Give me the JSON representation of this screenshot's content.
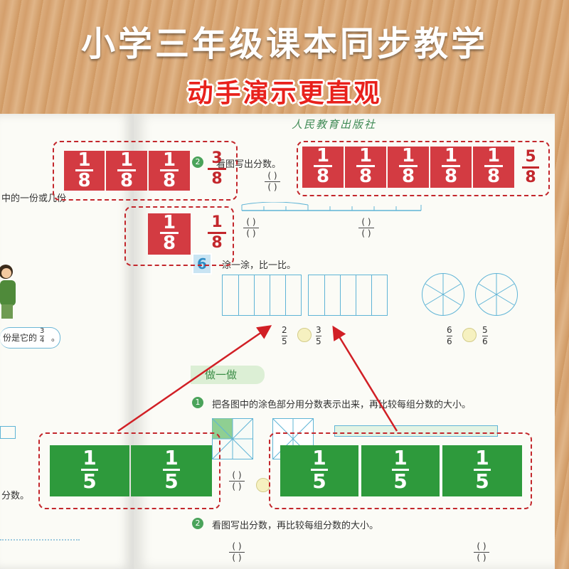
{
  "header": {
    "title": "小学三年级课本同步教学",
    "subtitle": "动手演示更直观"
  },
  "book": {
    "publisher": "人民教育出版社",
    "left_page": {
      "line1": "中的一份或几份",
      "speech": "份是它的",
      "speech_frac": {
        "n": "3",
        "d": "4"
      },
      "line2": "分数。"
    },
    "right_page": {
      "q2_number": "2",
      "q2_text": "看图写出分数。",
      "section6_number": "6",
      "section6_text": "涂一涂，比一比。",
      "compare1": {
        "a_n": "2",
        "a_d": "5",
        "b_n": "3",
        "b_d": "5"
      },
      "compare2": {
        "a_n": "6",
        "a_d": "6",
        "b_n": "5",
        "b_d": "6"
      },
      "exercise_tab": "做一做",
      "ex1_number": "1",
      "ex1_text": "把各图中的涂色部分用分数表示出来，再比较每组分数的大小。",
      "ex2_number": "2",
      "ex2_text": "看图写出分数，再比较每组分数的大小。",
      "paren": "( )"
    }
  },
  "overlays": {
    "eighths_three": {
      "cells": [
        {
          "n": "1",
          "d": "8"
        },
        {
          "n": "1",
          "d": "8"
        },
        {
          "n": "1",
          "d": "8"
        }
      ],
      "total": {
        "n": "3",
        "d": "8"
      }
    },
    "eighths_one": {
      "cells": [
        {
          "n": "1",
          "d": "8"
        }
      ],
      "total": {
        "n": "1",
        "d": "8"
      }
    },
    "eighths_five": {
      "cells": [
        {
          "n": "1",
          "d": "8"
        },
        {
          "n": "1",
          "d": "8"
        },
        {
          "n": "1",
          "d": "8"
        },
        {
          "n": "1",
          "d": "8"
        },
        {
          "n": "1",
          "d": "8"
        }
      ],
      "total": {
        "n": "5",
        "d": "8"
      }
    },
    "fifths_two": {
      "cells": [
        {
          "n": "1",
          "d": "5"
        },
        {
          "n": "1",
          "d": "5"
        }
      ]
    },
    "fifths_three": {
      "cells": [
        {
          "n": "1",
          "d": "5"
        },
        {
          "n": "1",
          "d": "5"
        },
        {
          "n": "1",
          "d": "5"
        }
      ]
    }
  },
  "colors": {
    "red_tile": "#d33b42",
    "green_tile": "#2e9a3c",
    "accent_red": "#c3272c",
    "textbook_blue": "#5fb4d6"
  }
}
